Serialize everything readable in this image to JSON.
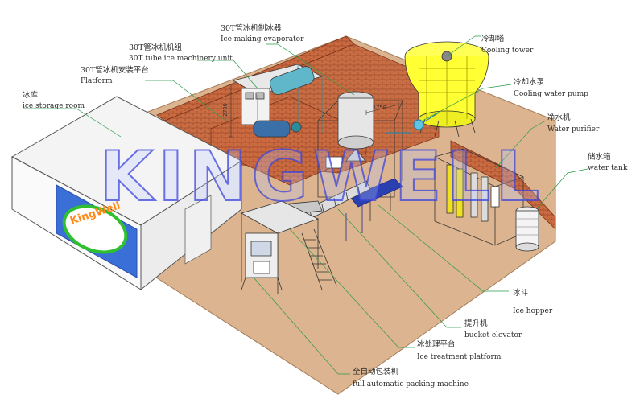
{
  "watermark": "KINGWELL",
  "sign_text": "KingWell",
  "labels": {
    "evaporator": {
      "zh": "30T管冰机制冰器",
      "en": "Ice making evaporator"
    },
    "unit": {
      "zh": "30T管冰机机组",
      "en": "30T tube ice machinery unit"
    },
    "platform": {
      "zh": "30T管冰机安装平台",
      "en": "Platform"
    },
    "storage": {
      "zh": "冰库",
      "en": "ice storage room"
    },
    "tower": {
      "zh": "冷却塔",
      "en": "Cooling tower"
    },
    "pump": {
      "zh": "冷却水泵",
      "en": "Cooling water pump"
    },
    "purifier": {
      "zh": "净水机",
      "en": "Water purifier"
    },
    "tank": {
      "zh": "储水箱",
      "en": "water tank"
    },
    "hopper": {
      "zh": "冰斗",
      "en": "Ice hopper"
    },
    "elevator": {
      "zh": "提升机",
      "en": "bucket elevator"
    },
    "treatment": {
      "zh": "冰处理平台",
      "en": "Ice treatment platform"
    },
    "packing": {
      "zh": "全自动包装机",
      "en": "full automatic packing machine"
    }
  },
  "dimensions": {
    "height": "2700",
    "width": "1750"
  },
  "colors": {
    "floor": "#dcb48f",
    "brick": "#c8643c",
    "tower": "#ffff33",
    "storage_sign": "#3a6fd8",
    "sign_ring": "#2fbf2f",
    "watermark": "#3c46dc"
  }
}
